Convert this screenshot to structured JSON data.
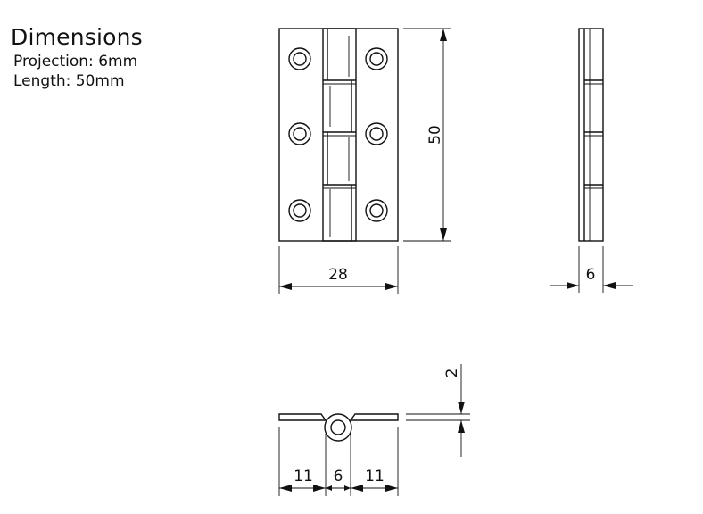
{
  "header": {
    "title": "Dimensions",
    "projection": "Projection: 6mm",
    "length": "Length: 50mm"
  },
  "dimensions": {
    "front_width": "28",
    "front_height": "50",
    "side_thickness": "6",
    "end_thickness": "2",
    "leaf_left": "11",
    "knuckle": "6",
    "leaf_right": "11"
  }
}
